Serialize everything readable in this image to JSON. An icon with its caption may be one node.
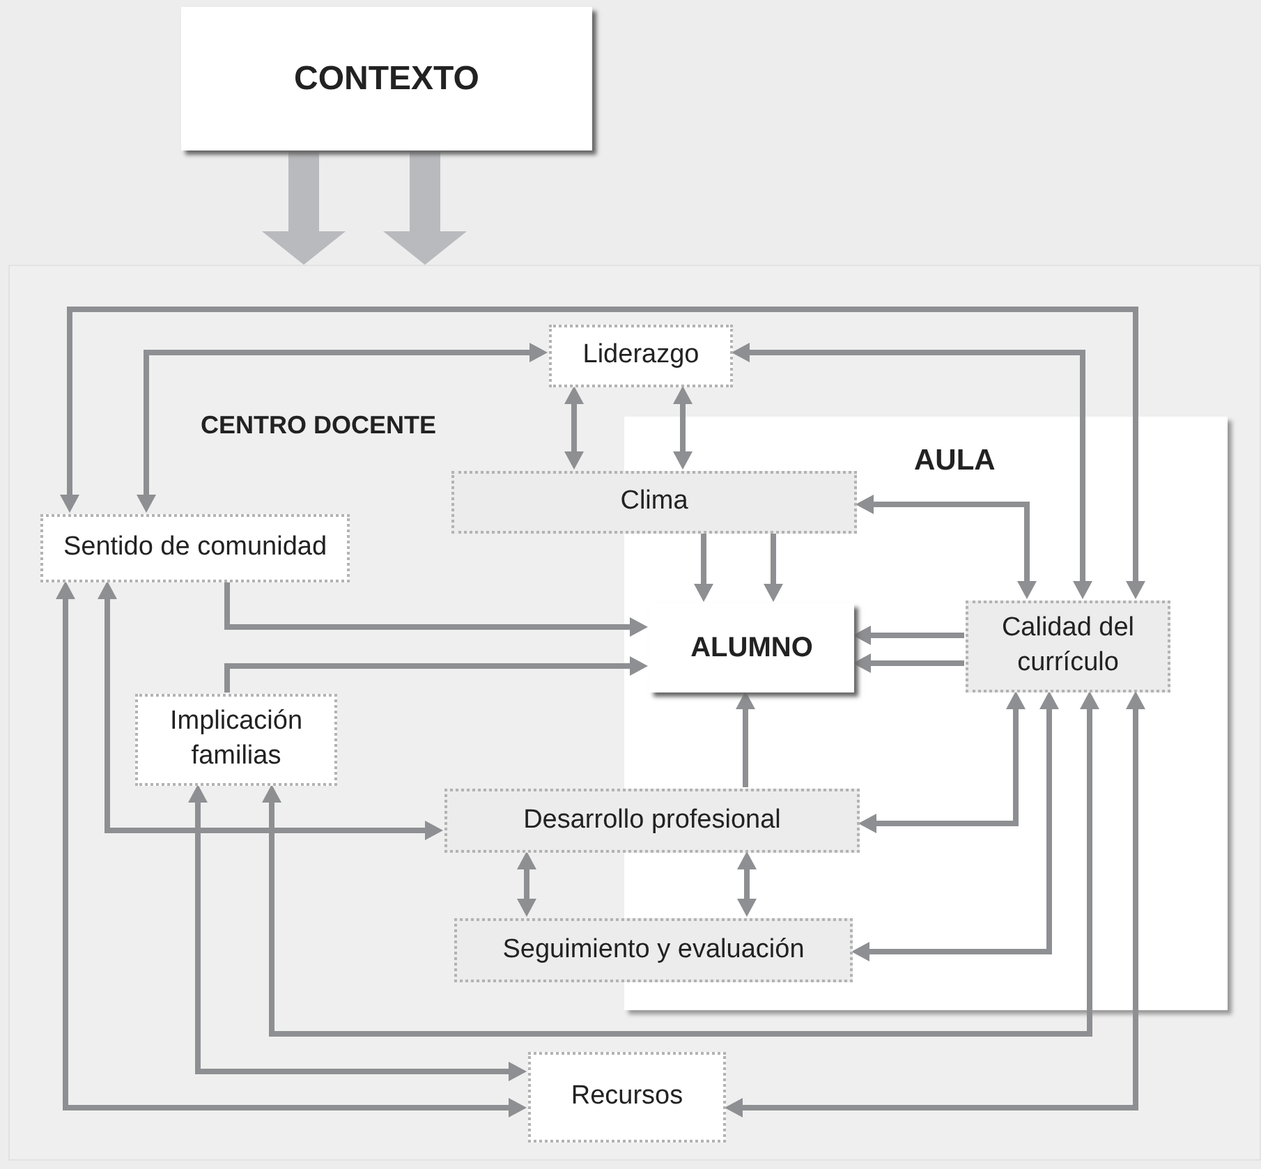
{
  "diagram": {
    "nodes": [
      {
        "text": [
          "CONTEXTO"
        ]
      },
      {
        "text": [
          "CENTRO DOCENTE"
        ]
      },
      {
        "text": [
          "AULA"
        ],
        "in": 1
      },
      {
        "text": [
          "Liderazgo"
        ],
        "in": 1
      },
      {
        "text": [
          "Sentido de comunidad"
        ],
        "in": 1
      },
      {
        "text": [
          "Clima"
        ],
        "in": 1
      },
      {
        "text": [
          "ALUMNO"
        ],
        "in": 2
      },
      {
        "text": [
          "Calidad del currículo"
        ],
        "in": 2
      },
      {
        "text": [
          "Implicación familias"
        ],
        "in": 1
      },
      {
        "text": [
          "Desarrollo profesional"
        ],
        "in": 1
      },
      {
        "text": [
          "Seguimiento y evaluación"
        ],
        "in": 1
      },
      {
        "text": [
          "Recursos"
        ],
        "in": 1
      }
    ],
    "edges": [
      {
        "from": 0,
        "to": 1,
        "arrow": "to",
        "style": "thick"
      },
      {
        "from": 0,
        "to": 1,
        "arrow": "to",
        "style": "thick"
      },
      {
        "from": 4,
        "to": 7,
        "arrow": "both"
      },
      {
        "from": 4,
        "to": 3,
        "arrow": "both"
      },
      {
        "from": 3,
        "to": 7,
        "arrow": "both"
      },
      {
        "from": 3,
        "to": 5,
        "arrow": "both"
      },
      {
        "from": 3,
        "to": 5,
        "arrow": "both"
      },
      {
        "from": 5,
        "to": 7,
        "arrow": "both"
      },
      {
        "from": 5,
        "to": 6,
        "arrow": "to"
      },
      {
        "from": 5,
        "to": 6,
        "arrow": "to"
      },
      {
        "from": 4,
        "to": 6,
        "arrow": "to"
      },
      {
        "from": 8,
        "to": 6,
        "arrow": "to"
      },
      {
        "from": 7,
        "to": 6,
        "arrow": "to"
      },
      {
        "from": 7,
        "to": 6,
        "arrow": "to"
      },
      {
        "from": 9,
        "to": 6,
        "arrow": "to"
      },
      {
        "from": 4,
        "to": 9,
        "arrow": "both"
      },
      {
        "from": 4,
        "to": 11,
        "arrow": "both"
      },
      {
        "from": 8,
        "to": 11,
        "arrow": "both"
      },
      {
        "from": 8,
        "to": 7,
        "arrow": "both"
      },
      {
        "from": 9,
        "to": 7,
        "arrow": "both"
      },
      {
        "from": 10,
        "to": 7,
        "arrow": "both"
      },
      {
        "from": 11,
        "to": 7,
        "arrow": "both"
      },
      {
        "from": 9,
        "to": 10,
        "arrow": "both"
      },
      {
        "from": 9,
        "to": 10,
        "arrow": "both"
      }
    ]
  }
}
